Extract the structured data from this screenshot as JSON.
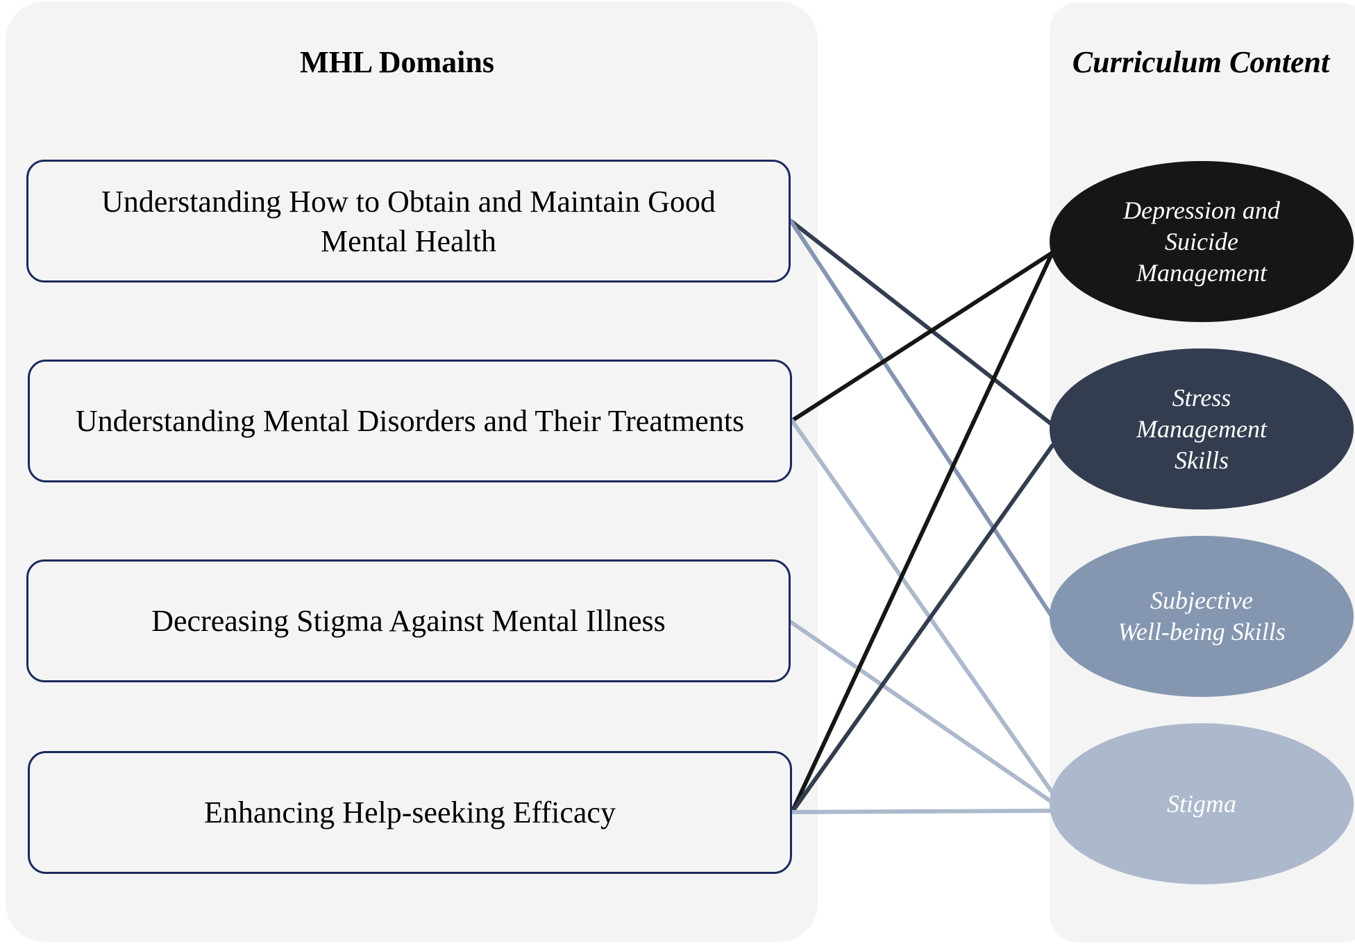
{
  "left_panel": {
    "title": "MHL Domains"
  },
  "right_panel": {
    "title": "Curriculum Content"
  },
  "domains": [
    {
      "id": "d1",
      "lines": [
        "Understanding How to Obtain and Maintain Good",
        "Mental Health"
      ]
    },
    {
      "id": "d2",
      "lines": [
        "Understanding Mental Disorders and Their Treatments"
      ]
    },
    {
      "id": "d3",
      "lines": [
        "Decreasing Stigma Against Mental Illness"
      ]
    },
    {
      "id": "d4",
      "lines": [
        "Enhancing Help-seeking Efficacy"
      ]
    }
  ],
  "curriculum": [
    {
      "id": "c1",
      "lines": [
        "Depression and",
        "Suicide",
        "Management"
      ],
      "color": "#161616"
    },
    {
      "id": "c2",
      "lines": [
        "Stress",
        "Management",
        "Skills"
      ],
      "color": "#333d4f"
    },
    {
      "id": "c3",
      "lines": [
        "Subjective",
        "Well-being Skills"
      ],
      "color": "#8596b0"
    },
    {
      "id": "c4",
      "lines": [
        "Stigma"
      ],
      "color": "#acb8cb"
    }
  ],
  "links": [
    {
      "from": "d1",
      "to": "c2",
      "color": "#333d4f"
    },
    {
      "from": "d1",
      "to": "c3",
      "color": "#8596b0"
    },
    {
      "from": "d2",
      "to": "c1",
      "color": "#161616"
    },
    {
      "from": "d2",
      "to": "c4",
      "color": "#acb8cb"
    },
    {
      "from": "d3",
      "to": "c4",
      "color": "#acb8cb"
    },
    {
      "from": "d4",
      "to": "c1",
      "color": "#161616"
    },
    {
      "from": "d4",
      "to": "c2",
      "color": "#333d4f"
    },
    {
      "from": "d4",
      "to": "c4",
      "color": "#acb8cb"
    }
  ]
}
